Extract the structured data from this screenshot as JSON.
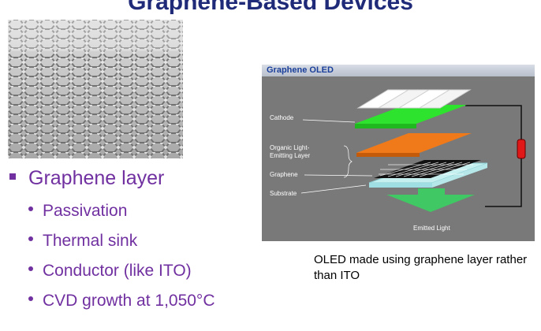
{
  "slide": {
    "title": "Graphene-Based Devices"
  },
  "bullets": {
    "main": "Graphene layer",
    "subs": [
      "Passivation",
      "Thermal sink",
      "Conductor (like ITO)",
      "CVD growth at 1,050°C"
    ]
  },
  "oled_panel": {
    "title": "Graphene OLED",
    "labels": {
      "cathode": "Cathode",
      "organic_line1": "Organic Light-",
      "organic_line2": "Emitting Layer",
      "graphene": "Graphene",
      "substrate": "Substrate",
      "emitted": "Emitted Light"
    }
  },
  "caption": "OLED made using graphene layer rather than ITO",
  "colors": {
    "title": "#1f2a78",
    "bullet": "#7030a0",
    "green_layer": "#2ee32e",
    "orange_layer": "#f07a1a",
    "substrate": "#c6eff0"
  }
}
